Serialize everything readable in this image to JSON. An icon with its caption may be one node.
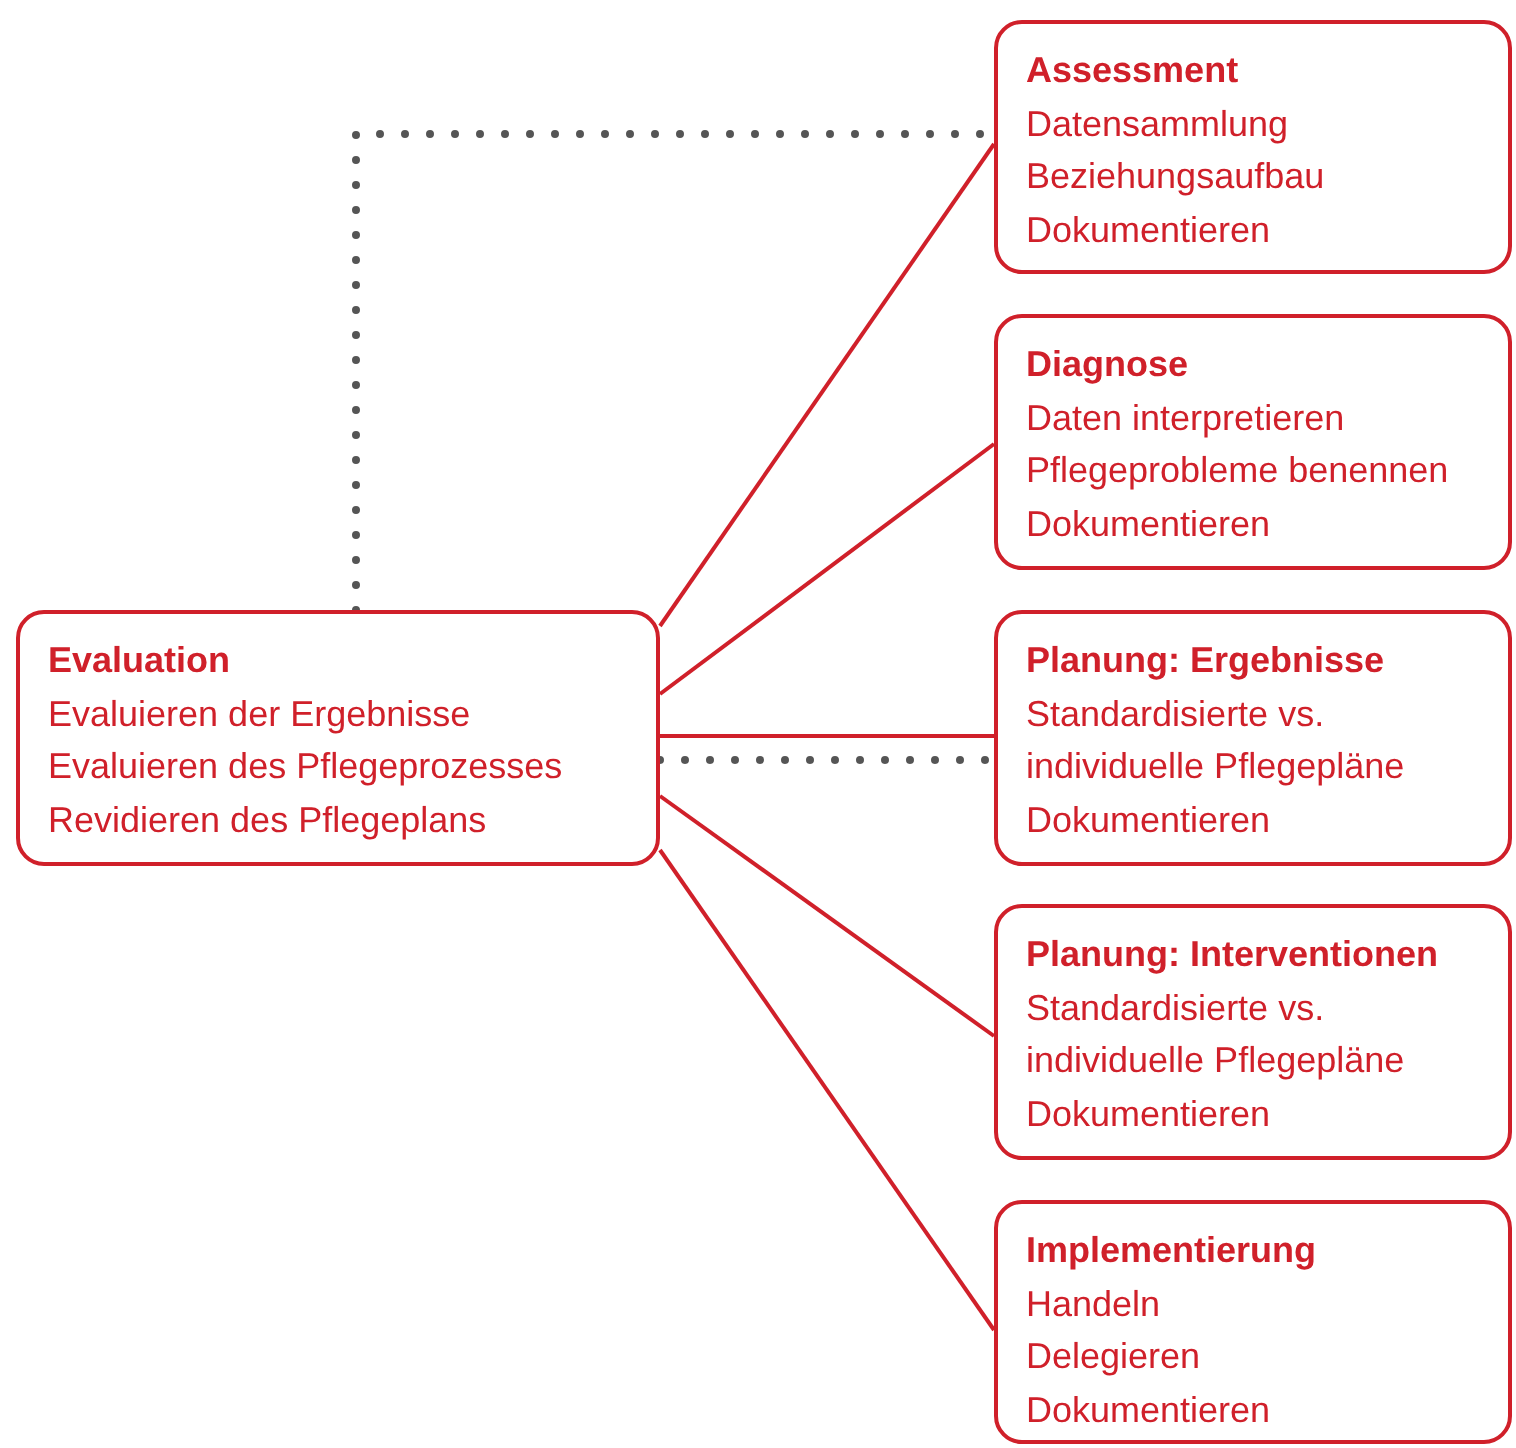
{
  "diagram": {
    "nodes": [
      {
        "text": [
          "Evaluation",
          "Evaluieren der Ergebnisse",
          "Evaluieren des Pflegeprozesses",
          "Revidieren des Pflegeplans"
        ]
      },
      {
        "text": [
          "Assessment",
          "Datensammlung",
          "Beziehungsaufbau",
          "Dokumentieren"
        ]
      },
      {
        "text": [
          "Diagnose",
          "Daten interpretieren",
          "Pflegeprobleme benennen",
          "Dokumentieren"
        ]
      },
      {
        "text": [
          "Planung: Ergebnisse",
          "Standardisierte vs. individuelle Pflegepläne",
          "Dokumentieren"
        ]
      },
      {
        "text": [
          "Planung: Interventionen",
          "Standardisierte vs. individuelle Pflegepläne",
          "Dokumentieren"
        ]
      },
      {
        "text": [
          "Implementierung",
          "Handeln",
          "Delegieren",
          "Dokumentieren"
        ]
      }
    ],
    "edges": [
      {
        "from": 0,
        "to": 1,
        "arrow": "none"
      },
      {
        "from": 0,
        "to": 2,
        "arrow": "none"
      },
      {
        "from": 0,
        "to": 3,
        "arrow": "none"
      },
      {
        "from": 0,
        "to": 4,
        "arrow": "none"
      },
      {
        "from": 0,
        "to": 5,
        "arrow": "none"
      },
      {
        "from": 0,
        "to": 1,
        "arrow": "none",
        "style": "dashed",
        "color": "#555555"
      },
      {
        "from": 0,
        "to": 3,
        "arrow": "none",
        "style": "dashed",
        "color": "#555555"
      }
    ]
  }
}
